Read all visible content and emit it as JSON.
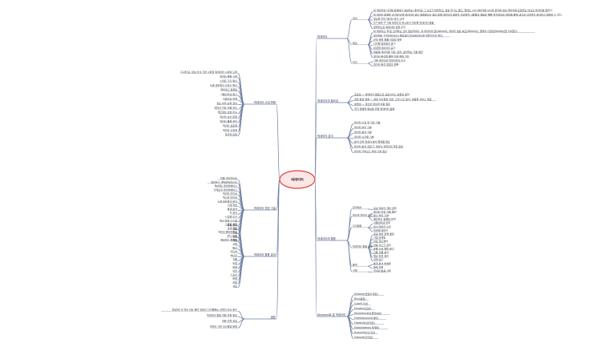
{
  "center": {
    "label": "빅데이터"
  },
  "right": {
    "branches": [
      {
        "label": "빅데이터",
        "groups": [
          {
            "label": "정의",
            "items": [
              "빅 데이터란 디지털 환경에서 생성되는 데이터로 그 규모가 방대하고, 생성 주기도 짧고, 형태도 수치 데이터뿐 아니라 문자와 영상 데이터를 포함하는 대규모 데이터를 말한다.",
              "빅 데이터 환경은 과거에 비해 데이터의 양이 폭증했다는 점과 함께 데이터의 종류도 다양해져 사람들의 행동은 물론 위치정보와 SNS를 통해 생각과 의견까지 분석하고 예측할 수 있다.",
              "세상은 이미 데이터 홍수 시대",
              "ICT 분야 IT 기술 트렌드의 하나로서 떠오른 빅데이터 활용",
              "정책적으로 빅데이터 전략 추진"
            ]
          },
          {
            "label": "특징",
            "items": [
              "빅 데이터는 3V로 요약하는 것이 일반적이다. 즉 데이터의 양(Volume), 데이터 생성 속도(Velocity), 형태의 다양성(Variety)을 의미한다.",
              "최근에는 가치(Value)나 복잡성(Complexity)을 덧붙이기도 한다.",
              "규모 측면 볼륨 다양성 측면",
              "디지털 정보량의 증가",
              "비정형 데이터의 증가",
              "대용량 데이터를 저장, 관리, 분석하는 기술 발전",
              "데이터 분석을 통한 미래 예측 가능"
            ]
          },
          {
            "label": "비교",
            "items": [
              "기존 데이터와 빅데이터의 비교",
              "데이터 분석 방법의 변화"
            ]
          }
        ]
      },
      {
        "label": "빅데이터의 중요성",
        "items": [
          "공공성 — 빅데이터 활용으로 공공서비스 효율성 증대",
          "경영 환경 변화 — 경영 의사결정 지원, 고객 니즈 분석, 맞춤형 서비스 제공",
          "효율성 — 생산성 향상과 비용 절감",
          "국가 경쟁력 확보를 위한 빅데이터 활용"
        ]
      },
      {
        "label": "빅데이터 분석",
        "items": [
          "데이터 수집 및 저장 기술",
          "데이터 처리 기술",
          "데이터 분석 기술",
          "데이터 시각화 기술",
          "분석 인력 양성과 분석 플랫폼 필요",
          "데이터 분석 전문가, 데이터 과학자의 역할 증대",
          "데이터 거버넌스 체계 구축 필요"
        ]
      },
      {
        "label": "빅데이터의 활용",
        "groups": [
          {
            "label": "한국에서",
            "items": [
              "공공 데이터 개방 정책"
            ]
          },
          {
            "label": "대규모 데이터 처리",
            "items": [
              "데이터 저장 기술 발전",
              "분산 처리 기술",
              "클라우드 컴퓨팅 연계"
            ]
          },
          {
            "label": "디지털화",
            "items": [
              "사물인터넷 연계",
              "센서 데이터 수집",
              "모바일 데이터"
            ]
          },
          {
            "label": "빅데이터 활용 사례",
            "items": [
              "공공 부문 정책 결정",
              "기업 마케팅",
              "의료 헬스케어",
              "금융 리스크 관리",
              "유통 소비 패턴 분석",
              "교통 흐름 분석",
              "재난 안전 관리",
              "과학 연구"
            ]
          },
          {
            "label": "통계",
            "items": [
              "통계 분석 방법론",
              "예측 모형"
            ]
          },
          {
            "label": "사례",
            "items": [
              "국내외 활용 사례"
            ]
          }
        ]
      },
      {
        "label": "Keyword로 본 빅데이터",
        "items": [
          "Alliance(연합과 제휴)",
          "Blur(융합)",
          "Cyber(가상)",
          "Emotion(감성)",
          "Discontinuity(불연속성)",
          "Entertainment(재미)",
          "Flexibility(유연성)",
          "Globalization(세계화)",
          "Humanity(인간성)",
          "Internet(인터넷)"
        ]
      }
    ]
  },
  "left": {
    "branches": [
      {
        "label": "빅데이터 시대 변화",
        "items": [
          "21세기는 정보·지식 기반 사회로 빅데이터 시대의 도래",
          "데이터 폭발 시대",
          "스마트 기기 확산",
          "소셜 네트워크 서비스 확산",
          "클라우드 컴퓨팅",
          "사물인터넷 확산",
          "인공지능 연계",
          "정보 처리 능력 향상",
          "데이터 저장 비용 감소",
          "개인정보 보호 이슈",
          "데이터 보안 문제",
          "데이터 품질 관리",
          "데이터 표준화",
          "데이터 소유권",
          "윤리적 문제"
        ]
      },
      {
        "label": "빅데이터 관련 기술",
        "items": [
          "하둡 (Hadoop)",
          "맵리듀스 (MapReduce)",
          "NoSQL 데이터베이스",
          "인메모리 데이터베이스",
          "데이터 마이닝",
          "텍스트 마이닝",
          "소셜 네트워크 분석",
          "기계 학습",
          "통계 분석",
          "R 언어",
          "시각화 도구",
          "분산 파일 시스템",
          "스트림 처리",
          "검색 엔진",
          "데이터 웨어하우스",
          "ETL 도구",
          "클라우드 플랫폼"
        ]
      },
      {
        "label": "빅데이터 활용 분야",
        "items": [
          "공공 행정",
          "의료",
          "금융",
          "유통",
          "제조",
          "교육",
          "통신",
          "미디어",
          "에너지",
          "교통",
          "농업",
          "환경",
          "보안",
          "스포츠",
          "문화",
          "관광",
          "국방"
        ]
      },
      {
        "label": "결론",
        "items": [
          "Digital or Die 라는 말이 있듯이 디지털화는 선택이 아닌 필수",
          "빅데이터 활용 역량 강화 필요",
          "전문 인력 양성",
          "데이터 기반 의사결정 문화"
        ]
      }
    ]
  }
}
